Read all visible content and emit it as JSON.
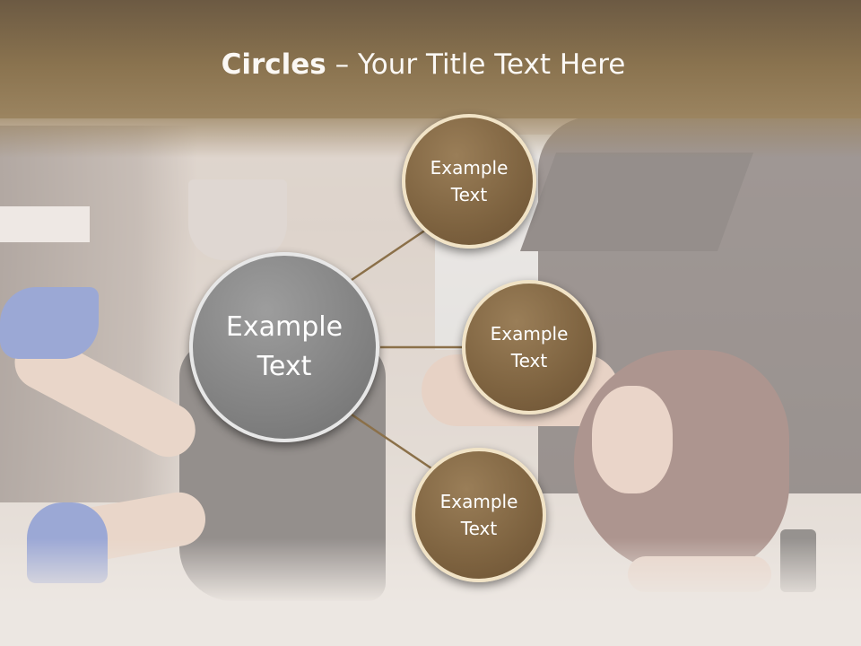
{
  "slide": {
    "title_bold": "Circles",
    "title_rest": " – Your Title Text Here"
  },
  "diagram": {
    "center": {
      "label": "Example\nText"
    },
    "satellites": [
      {
        "label": "Example\nText"
      },
      {
        "label": "Example\nText"
      },
      {
        "label": "Example\nText"
      }
    ]
  },
  "colors": {
    "header": "#8a734f",
    "satellite_fill": "#7e6340",
    "satellite_border": "#f1e3c6",
    "center_fill": "#828282",
    "connector": "#8b7049"
  }
}
